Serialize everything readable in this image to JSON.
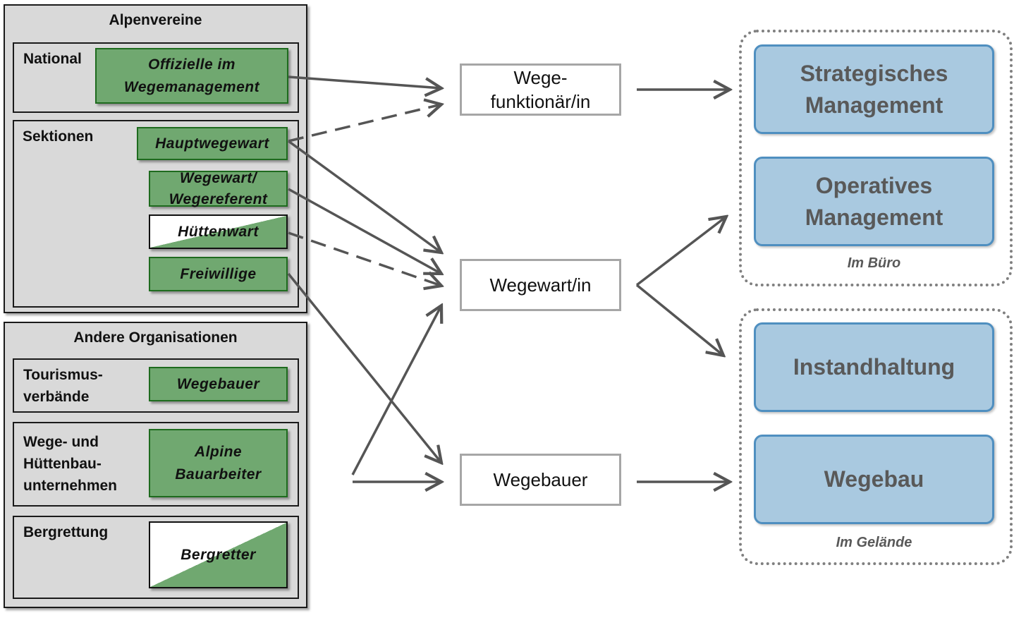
{
  "alpenvereine": {
    "title": "Alpenvereine",
    "national": {
      "label": "National",
      "role": "Offizielle im\nWegemanagement"
    },
    "sektionen": {
      "label": "Sektionen",
      "roles": [
        "Hauptwegewart",
        "Wegewart/\nWegereferent",
        "Hüttenwart",
        "Freiwillige"
      ]
    }
  },
  "andere": {
    "title": "Andere Organisationen",
    "tourismus": {
      "label": "Tourismus-\nverbände",
      "role": "Wegebauer"
    },
    "unternehmen": {
      "label": "Wege- und\nHüttenbau-\nunternehmen",
      "role": "Alpine\nBauarbeiter"
    },
    "bergrettung": {
      "label": "Bergrettung",
      "role": "Bergretter"
    }
  },
  "mid": {
    "wegefunktionaer": "Wege-\nfunktionär/in",
    "wegewart": "Wegewart/in",
    "wegebauer": "Wegebauer"
  },
  "right": {
    "buero": {
      "label": "Im Büro",
      "tasks": [
        "Strategisches\nManagement",
        "Operatives\nManagement"
      ]
    },
    "gelaende": {
      "label": "Im Gelände",
      "tasks": [
        "Instandhaltung",
        "Wegebau"
      ]
    }
  },
  "colors": {
    "role_green": "#70a870",
    "role_border": "#1e6b1e",
    "task_blue": "#a9c9e0",
    "task_border": "#4f8fc0",
    "arrow": "#555555"
  }
}
